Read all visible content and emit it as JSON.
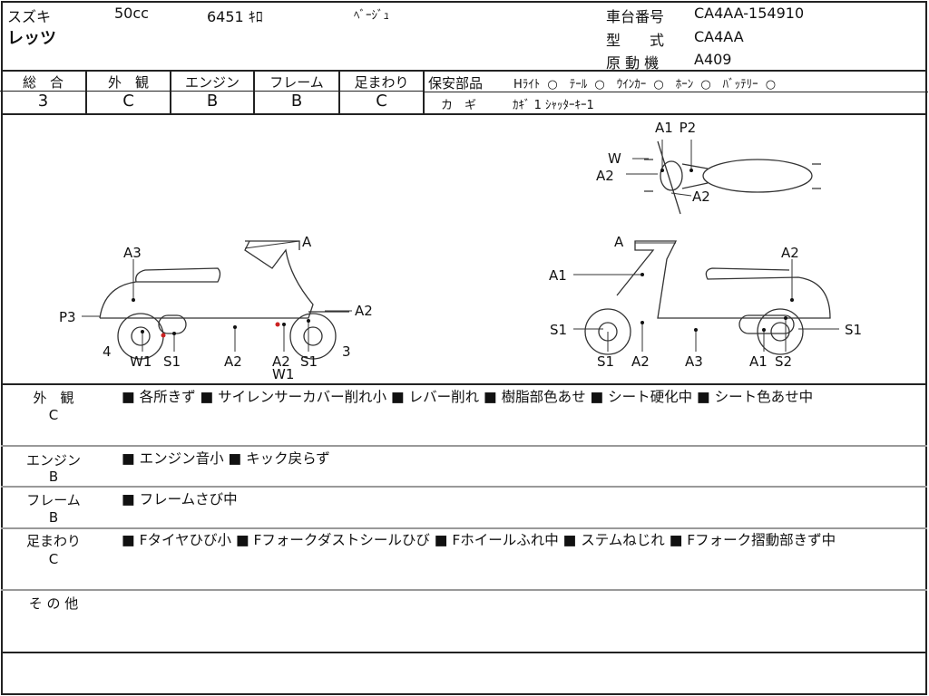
{
  "header": {
    "maker": "スズキ",
    "model": "レッツ",
    "displacement": "50cc",
    "mileage": "6451 ｷﾛ",
    "color": "ﾍﾞｰｼﾞｭ",
    "chassis_label": "車台番号",
    "chassis": "CA4AA-154910",
    "type_label": "型　　式",
    "type": "CA4AA",
    "engine_label": "原 動 機",
    "engine": "A409"
  },
  "grades": [
    {
      "label": "総　合",
      "value": "3"
    },
    {
      "label": "外　観",
      "value": "C"
    },
    {
      "label": "エンジン",
      "value": "B"
    },
    {
      "label": "フレーム",
      "value": "B"
    },
    {
      "label": "足まわり",
      "value": "C"
    }
  ],
  "safety": {
    "label": "保安部品",
    "items": "Hﾗｲﾄ ○　ﾃｰﾙ ○　ｳｲﾝｶｰ ○　ﾎｰﾝ ○　ﾊﾞｯﾃﾘｰ ○",
    "key_label": "カ　ギ",
    "keys": "ｶｷﾞ 1 ｼｬｯﾀｰｷｰ1"
  },
  "diagram_labels": [
    "A3",
    "A",
    "P3",
    "A2",
    "4",
    "W1",
    "S1",
    "A2",
    "A2",
    "W1",
    "S1",
    "3",
    "A1 P2",
    "W",
    "A2",
    "A2",
    "A",
    "A2",
    "A1",
    "S1",
    "S1",
    "S1",
    "A2",
    "A3",
    "A1",
    "S2"
  ],
  "comments": [
    {
      "title": "外　観",
      "grade": "C",
      "text": "■ 各所きず ■ サイレンサーカバー削れ小 ■ レバー削れ ■ 樹脂部色あせ ■ シート硬化中 ■ シート色あせ中"
    },
    {
      "title": "エンジン",
      "grade": "B",
      "text": "■ エンジン音小 ■ キック戻らず"
    },
    {
      "title": "フレーム",
      "grade": "B",
      "text": "■ フレームさび中"
    },
    {
      "title": "足まわり",
      "grade": "C",
      "text": "■ Fタイヤひび小 ■ Fフォークダストシールひび ■ Fホイールふれ中 ■ ステムねじれ ■ Fフォーク摺動部きず中"
    },
    {
      "title": "そ の 他",
      "grade": "",
      "text": ""
    }
  ]
}
